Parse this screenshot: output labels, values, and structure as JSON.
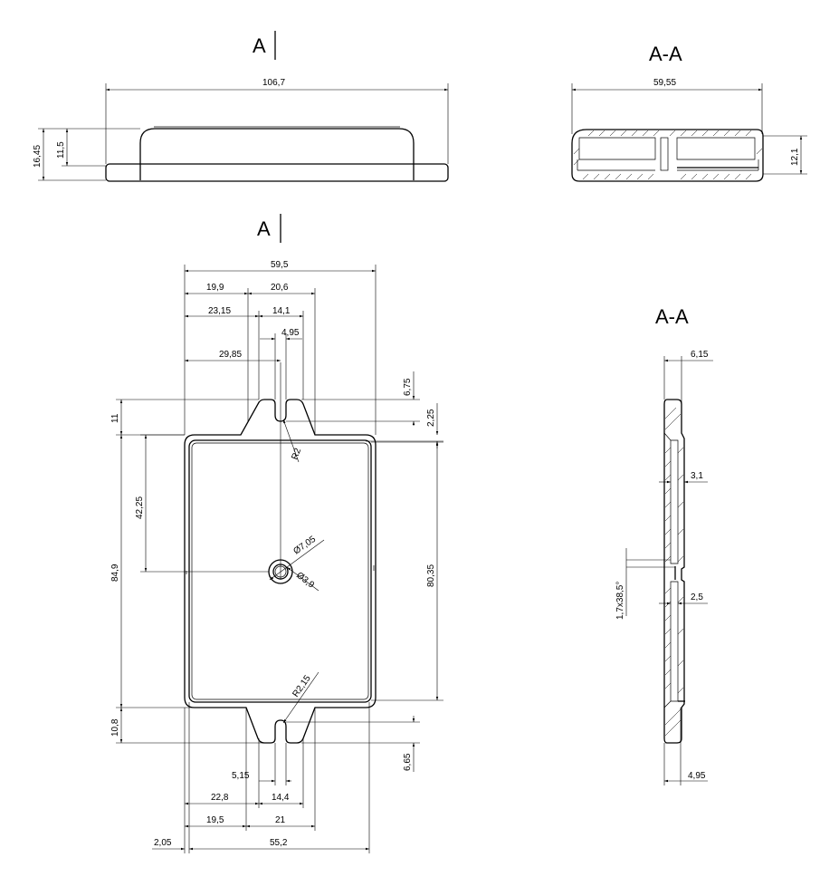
{
  "section_marks": {
    "top_view_arrow": "A",
    "front_view_arrow": "A",
    "section_right_top": "A-A",
    "section_right_bottom": "A-A"
  },
  "dimensions": {
    "top_length": "106,7",
    "top_height_total": "16,45",
    "top_height_body": "11,5",
    "sec_top_width": "59,55",
    "sec_top_height": "12,1",
    "front_width": "59,5",
    "d_19_9": "19,9",
    "d_20_6": "20,6",
    "d_23_15": "23,15",
    "d_14_1": "14,1",
    "d_4_95_top": "4,95",
    "d_29_85": "29,85",
    "d_6_75": "6,75",
    "d_2_25": "2,25",
    "d_11": "11",
    "r2": "R2",
    "d_42_25": "42,25",
    "d_84_9": "84,9",
    "dia_7_05": "Ø7,05",
    "dia_3_9": "Ø3,9",
    "d_80_35": "80,35",
    "r2_15": "R2,15",
    "d_10_8": "10,8",
    "d_6_65": "6,65",
    "d_5_15": "5,15",
    "d_22_8": "22,8",
    "d_14_4": "14,4",
    "d_19_5": "19,5",
    "d_21": "21",
    "d_2_05": "2,05",
    "d_55_2": "55,2",
    "side_6_15": "6,15",
    "side_3_1": "3,1",
    "side_chamfer": "1,7x38,5°",
    "side_2_5": "2,5",
    "side_4_95": "4,95"
  }
}
